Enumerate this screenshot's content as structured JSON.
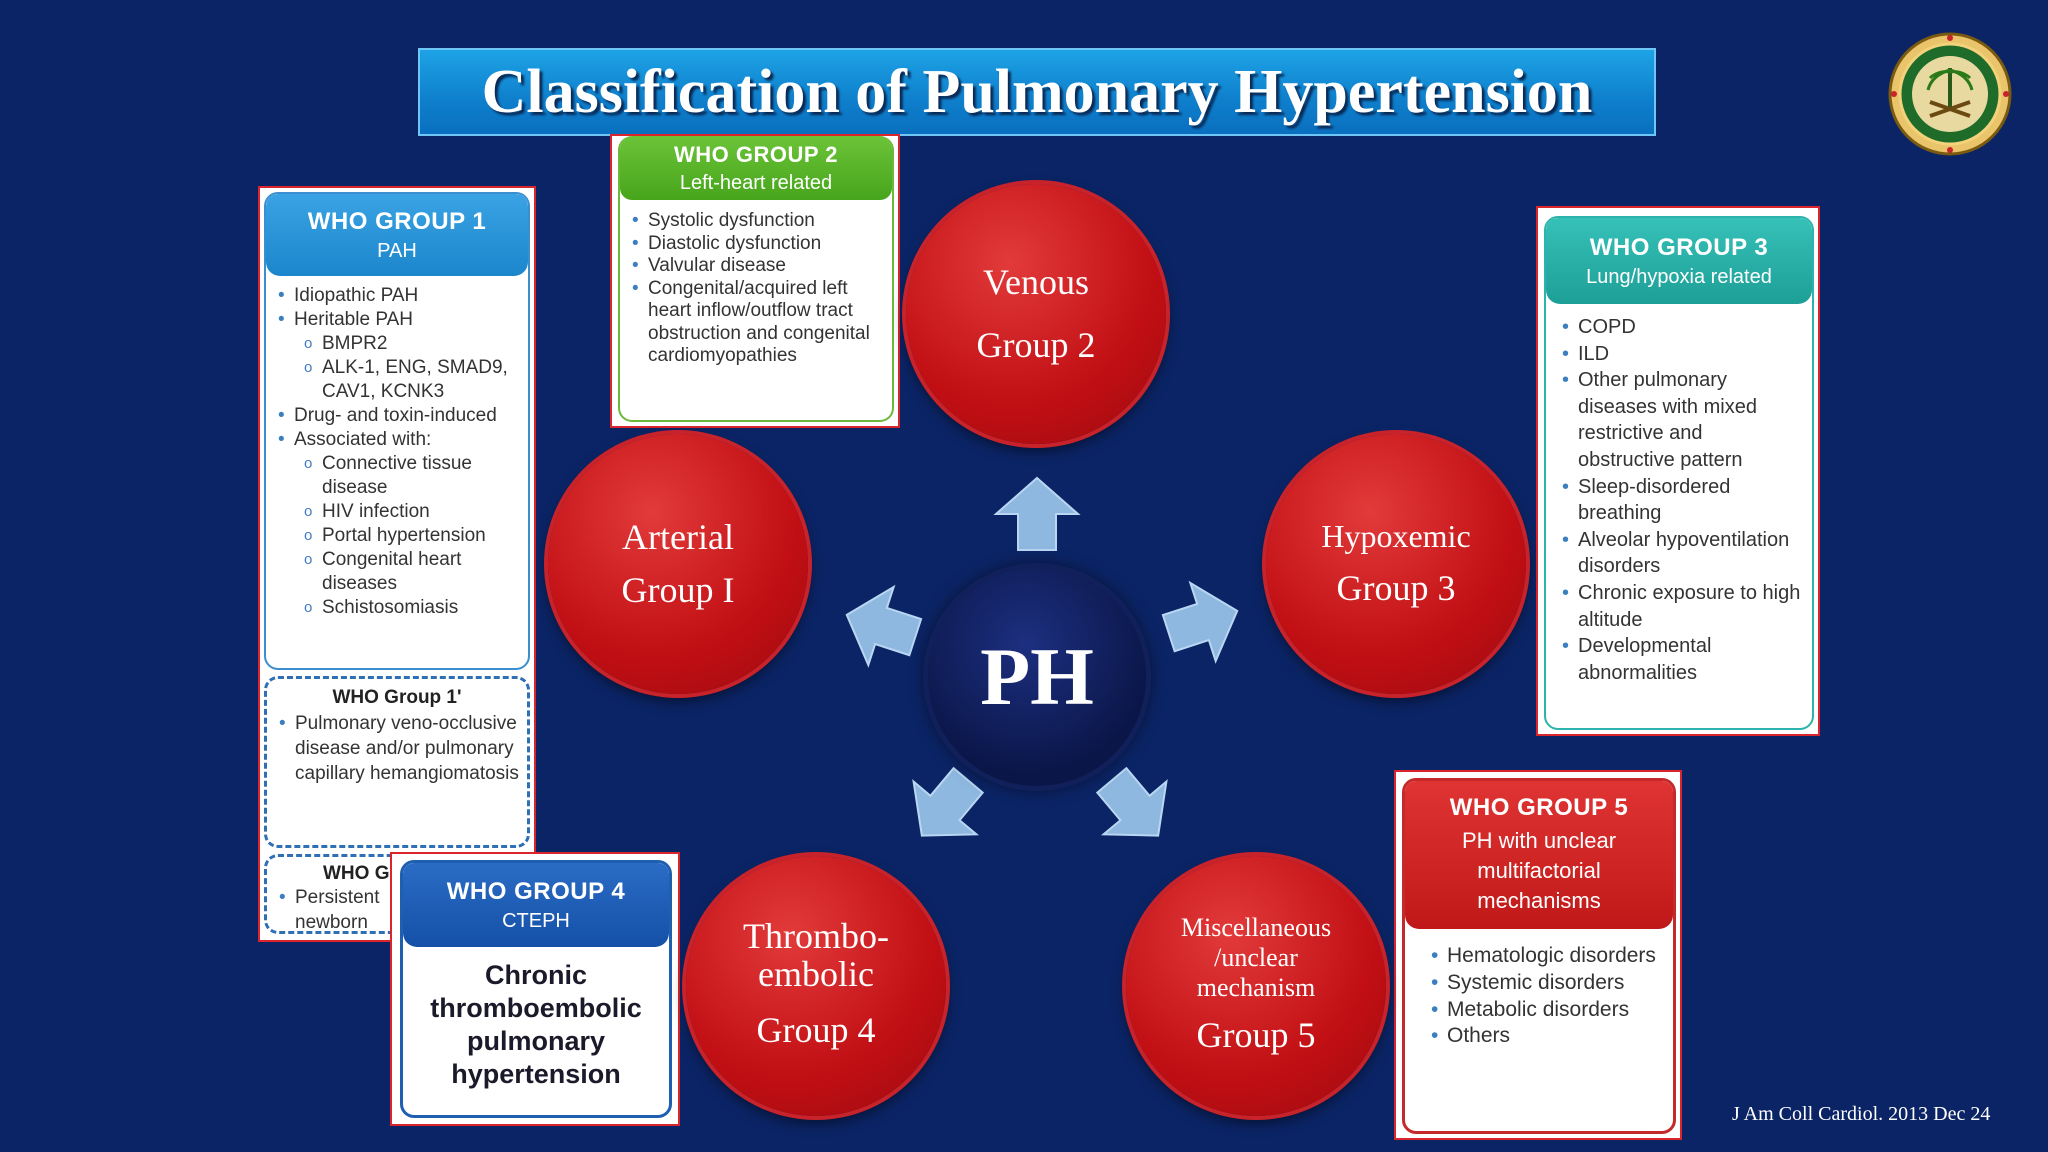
{
  "title": "Classification of Pulmonary Hypertension",
  "citation": "J Am Coll Cardiol. 2013 Dec 24",
  "center_label": "PH",
  "circles": {
    "venous": {
      "line1": "Venous",
      "line2": "Group 2"
    },
    "arterial": {
      "line1": "Arterial",
      "line2": "Group I"
    },
    "hypoxemic": {
      "line1": "Hypoxemic",
      "line2": "Group 3"
    },
    "thrombo": {
      "line1": "Thrombo-",
      "line2": "embolic",
      "line3": "Group 4"
    },
    "misc": {
      "line1": "Miscellaneous",
      "line2": "/unclear",
      "line3": "mechanism",
      "line4": "Group 5"
    }
  },
  "group1": {
    "title": "WHO GROUP 1",
    "subtitle": "PAH",
    "items": [
      {
        "t": "Idiopathic PAH",
        "k": "b"
      },
      {
        "t": "Heritable PAH",
        "k": "b"
      },
      {
        "t": "BMPR2",
        "k": "o"
      },
      {
        "t": "ALK-1, ENG, SMAD9, CAV1, KCNK3",
        "k": "o"
      },
      {
        "t": "Drug- and toxin-induced",
        "k": "b"
      },
      {
        "t": "Associated with:",
        "k": "b"
      },
      {
        "t": "Connective tissue disease",
        "k": "o"
      },
      {
        "t": "HIV infection",
        "k": "o"
      },
      {
        "t": "Portal hypertension",
        "k": "o"
      },
      {
        "t": "Congenital heart diseases",
        "k": "o"
      },
      {
        "t": "Schistosomiasis",
        "k": "o"
      }
    ],
    "prime_title": "WHO Group 1'",
    "prime_item": "Pulmonary veno-occlusive disease and/or pulmonary capillary hemangiomatosis",
    "dblprime_title": "WHO G",
    "dblprime_item1": "Persistent",
    "dblprime_item2": "newborn"
  },
  "group2": {
    "title": "WHO GROUP 2",
    "subtitle": "Left-heart related",
    "items": [
      "Systolic dysfunction",
      "Diastolic dysfunction",
      "Valvular disease",
      "Congenital/acquired left heart inflow/outflow tract obstruction and congenital cardiomyopathies"
    ]
  },
  "group3": {
    "title": "WHO GROUP 3",
    "subtitle": "Lung/hypoxia related",
    "items": [
      "COPD",
      "ILD",
      "Other pulmonary diseases with mixed restrictive and obstructive pattern",
      "Sleep-disordered breathing",
      "Alveolar hypoventilation disorders",
      "Chronic exposure to high altitude",
      "Developmental abnormalities"
    ]
  },
  "group4": {
    "title": "WHO GROUP 4",
    "subtitle": "CTEPH",
    "body": "Chronic thromboembolic pulmonary hypertension"
  },
  "group5": {
    "title": "WHO GROUP 5",
    "subtitle": "PH with unclear multifactorial mechanisms",
    "items": [
      "Hematologic disorders",
      "Systemic disorders",
      "Metabolic disorders",
      "Others"
    ]
  },
  "colors": {
    "background": "#0b2465",
    "title_bar": "#0e7fcc",
    "circle_red": "#c10f14",
    "group1_header": "#1c86cc",
    "group2_header": "#4cab1f",
    "group3_header": "#23a8a0",
    "group4_header": "#1550a8",
    "group5_header": "#c91c1c"
  }
}
